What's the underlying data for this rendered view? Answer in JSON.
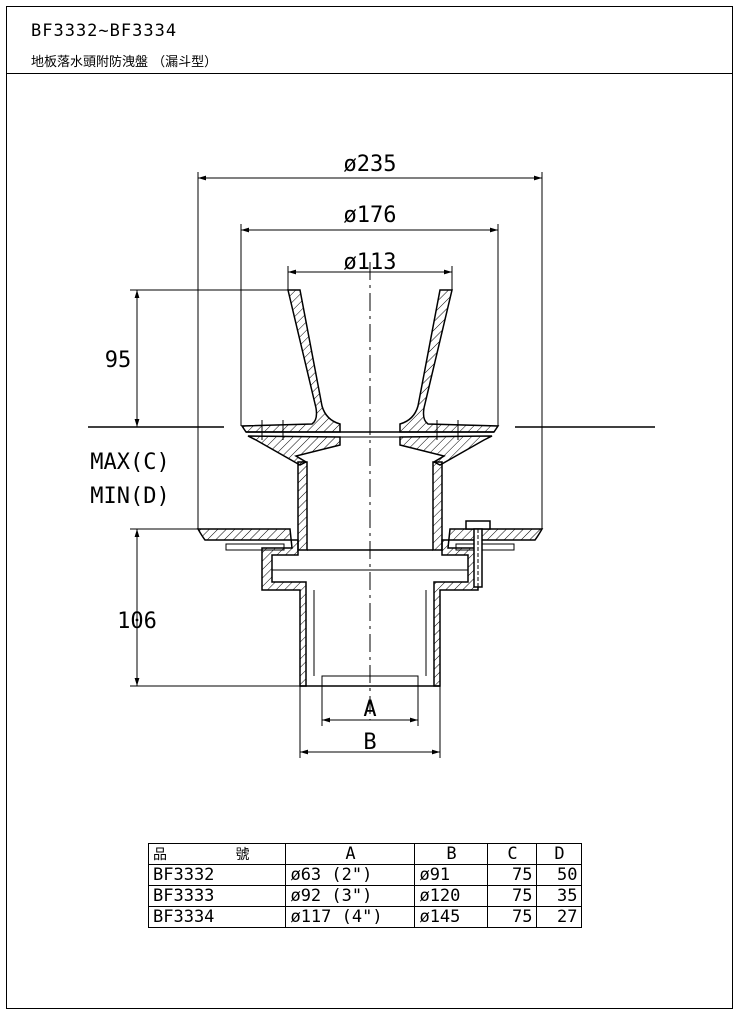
{
  "header": {
    "model_range": "BF3332~BF3334",
    "subtitle": "地板落水頭附防洩盤 （漏斗型）"
  },
  "dimensions": {
    "d235": "ø235",
    "d176": "ø176",
    "d113": "ø113",
    "h95": "95",
    "h106": "106",
    "max_c": "MAX(C)",
    "min_d": "MIN(D)",
    "a": "A",
    "b": "B"
  },
  "table": {
    "headers": [
      "品 號",
      "A",
      "B",
      "C",
      "D"
    ],
    "rows": [
      [
        "BF3332",
        "ø63 (2\")",
        "ø91",
        "75",
        "50"
      ],
      [
        "BF3333",
        "ø92 (3\")",
        "ø120",
        "75",
        "35"
      ],
      [
        "BF3334",
        "ø117 (4\")",
        "ø145",
        "75",
        "27"
      ]
    ]
  }
}
